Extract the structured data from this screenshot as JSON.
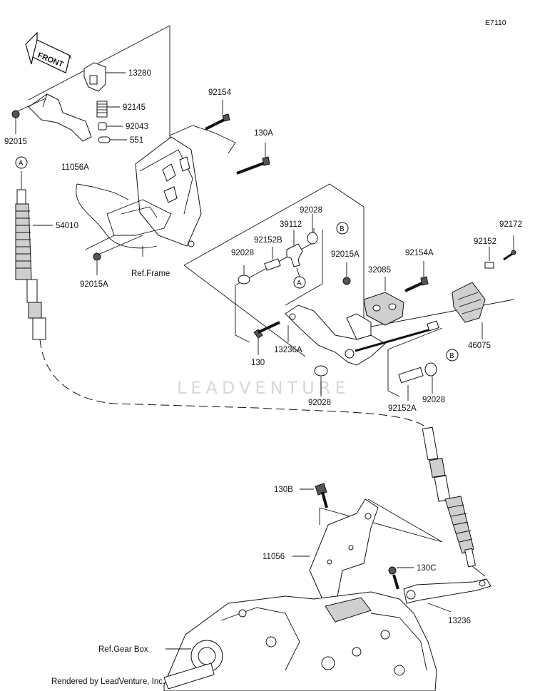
{
  "diagram": {
    "code": "E7110",
    "front_label": "FRONT",
    "watermark": "LEADVENTURE",
    "footer": "Rendered by LeadVenture, Inc.",
    "callouts": {
      "c13280": "13280",
      "c92145": "92145",
      "c92043": "92043",
      "c551": "551",
      "c92015": "92015",
      "c11056A": "11056A",
      "c92154": "92154",
      "c130A": "130A",
      "c54010": "54010",
      "refFrame": "Ref.Frame",
      "c92015A_left": "92015A",
      "c92028_top": "92028",
      "c39112": "39112",
      "c92152B": "92152B",
      "c92028_left": "92028",
      "c92015A_mid": "92015A",
      "c32085": "32085",
      "c92154A": "92154A",
      "c92152": "92152",
      "c92172": "92172",
      "c130": "130",
      "c13236A": "13236A",
      "c46075": "46075",
      "c92028_bottom": "92028",
      "c92028_right": "92028",
      "c92152A": "92152A",
      "c130B": "130B",
      "c11056": "11056",
      "c130C": "130C",
      "c13236": "13236",
      "refGearBox": "Ref.Gear Box"
    },
    "markers": {
      "A_top": "A",
      "A_mid": "A",
      "B_top": "B",
      "B_bottom": "B"
    }
  }
}
